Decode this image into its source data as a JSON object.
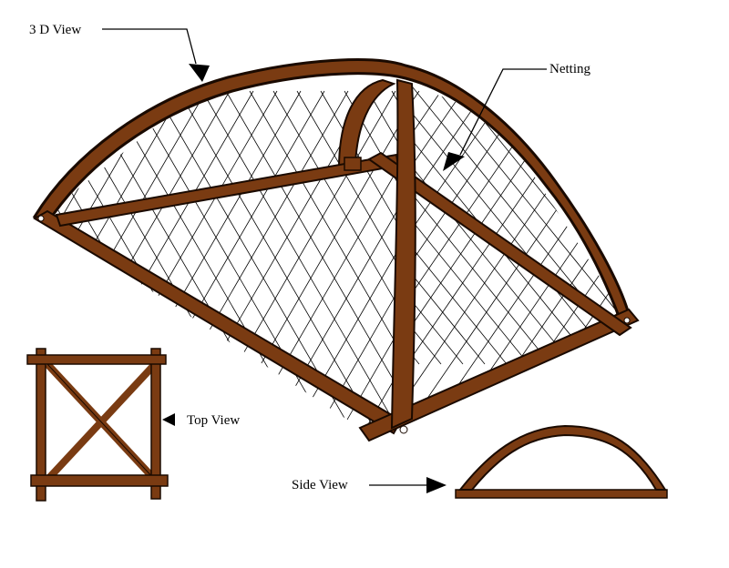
{
  "labels": {
    "view_3d": "3 D View",
    "netting": "Netting",
    "top_view": "Top View",
    "side_view": "Side View"
  },
  "colors": {
    "wood": "#7a3b12",
    "outline": "#1a0a00",
    "net": "#000000",
    "background": "#ffffff"
  }
}
